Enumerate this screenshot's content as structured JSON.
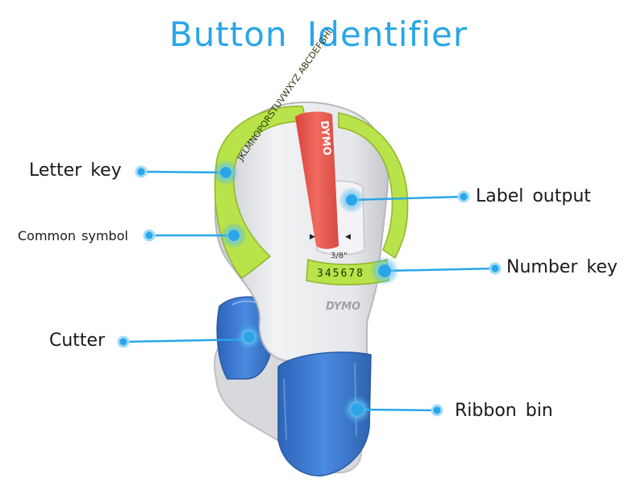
{
  "title": "Button Identifier",
  "device": {
    "brand": "DYMO",
    "tape_text": "DYMO",
    "wheel_letters": "JKLMNOPQRSTUVWXYZ  ABCDEFGHI",
    "number_row": "345678",
    "size_mark": "3/8\"",
    "colors": {
      "body": "#e9eaee",
      "wheel": "#b9e34a",
      "tape": "#e5534a",
      "blue": "#3f7fd6",
      "callout": "#2aa6e8"
    }
  },
  "callouts": [
    {
      "label": "Letter key"
    },
    {
      "label": "Common symbol"
    },
    {
      "label": "Cutter"
    },
    {
      "label": "Label output"
    },
    {
      "label": "Number key"
    },
    {
      "label": "Ribbon bin"
    }
  ]
}
